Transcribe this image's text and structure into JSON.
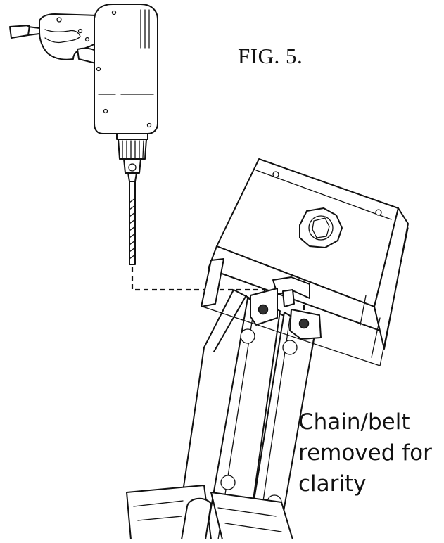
{
  "figure": {
    "label": "FIG. 5.",
    "callout_lines": [
      "Chain/belt",
      "removed for",
      "clarity"
    ]
  },
  "icons": {
    "drill": "power-drill-icon",
    "bracket": "mounting-bracket-icon"
  },
  "colors": {
    "line": "#111111",
    "background": "#ffffff",
    "marker": "#333333"
  }
}
